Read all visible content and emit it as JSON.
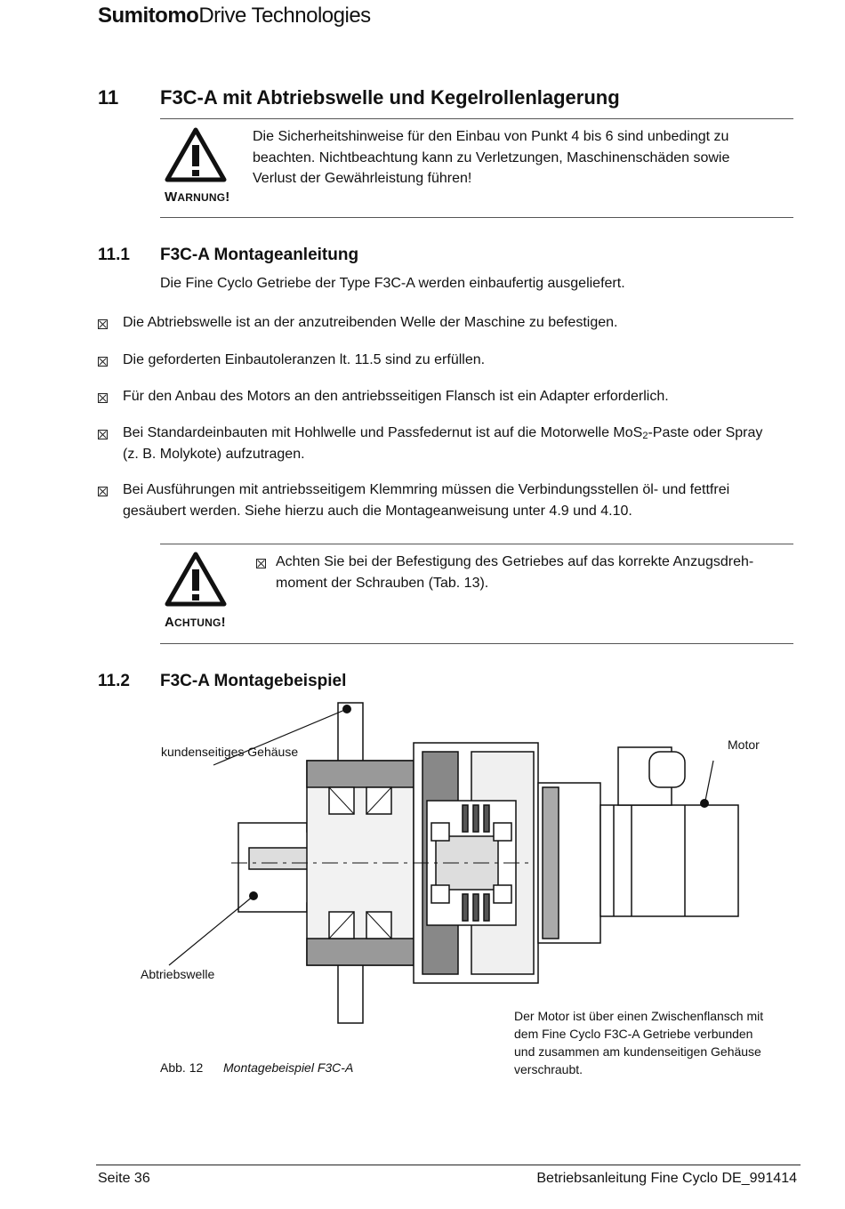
{
  "header": {
    "logo_bold": "Sumitomo",
    "logo_regular": "Drive Technologies"
  },
  "section": {
    "number": "11",
    "title": "F3C-A mit Abtriebswelle und Kegelrollenlagerung"
  },
  "warning": {
    "label_first": "W",
    "label_rest": "ARNUNG",
    "label_end": "!",
    "lines": [
      "Die Sicherheitshinweise für den Einbau von Punkt 4 bis 6 sind unbedingt zu",
      "beachten. Nichtbeachtung kann zu Verletzungen, Maschinenschäden sowie",
      "Verlust der Gewährleistung führen!"
    ]
  },
  "sub1": {
    "number": "11.1",
    "title": "F3C-A Montageanleitung",
    "intro": "Die Fine Cyclo Getriebe der Type F3C-A werden einbaufertig ausgeliefert.",
    "items": [
      {
        "lines": [
          "Die Abtriebswelle ist an der anzutreibenden Welle der Maschine zu befestigen."
        ]
      },
      {
        "lines": [
          "Die geforderten Einbautoleranzen lt. 11.5 sind zu erfüllen."
        ]
      },
      {
        "lines": [
          "Für den Anbau des Motors an den antriebsseitigen Flansch ist ein Adapter erforderlich."
        ]
      },
      {
        "pre": "Bei Standardeinbauten mit Hohlwelle und Passfedernut ist auf die Motorwelle MoS",
        "sub": "2",
        "post": "-Paste oder Spray",
        "line2": "(z. B. Molykote) aufzutragen."
      },
      {
        "lines": [
          "Bei Ausführungen mit antriebsseitigem Klemmring müssen die Verbindungsstellen öl- und fettfrei",
          "gesäubert werden. Siehe hierzu auch die Montageanweisung unter 4.9 und 4.10."
        ]
      }
    ]
  },
  "caution": {
    "label_first": "A",
    "label_rest": "CHTUNG",
    "label_end": "!",
    "lines": [
      "Achten Sie bei der Befestigung des Getriebes auf das korrekte Anzugsdreh-",
      "moment der Schrauben (Tab. 13)."
    ]
  },
  "sub2": {
    "number": "11.2",
    "title": "F3C-A Montagebeispiel"
  },
  "figure": {
    "label_housing": "kundenseitiges Gehäuse",
    "label_motor": "Motor",
    "label_shaft": "Abtriebswelle",
    "caption_num": "Abb. 12",
    "caption_text": "Montagebeispiel F3C-A",
    "note_lines": [
      "Der Motor ist über einen Zwischenflansch mit",
      "dem Fine Cyclo F3C-A Getriebe verbunden",
      "und zusammen am kundenseitigen Gehäuse",
      "verschraubt."
    ]
  },
  "footer": {
    "page": "Seite 36",
    "doc": "Betriebsanleitung Fine Cyclo DE_991414"
  }
}
